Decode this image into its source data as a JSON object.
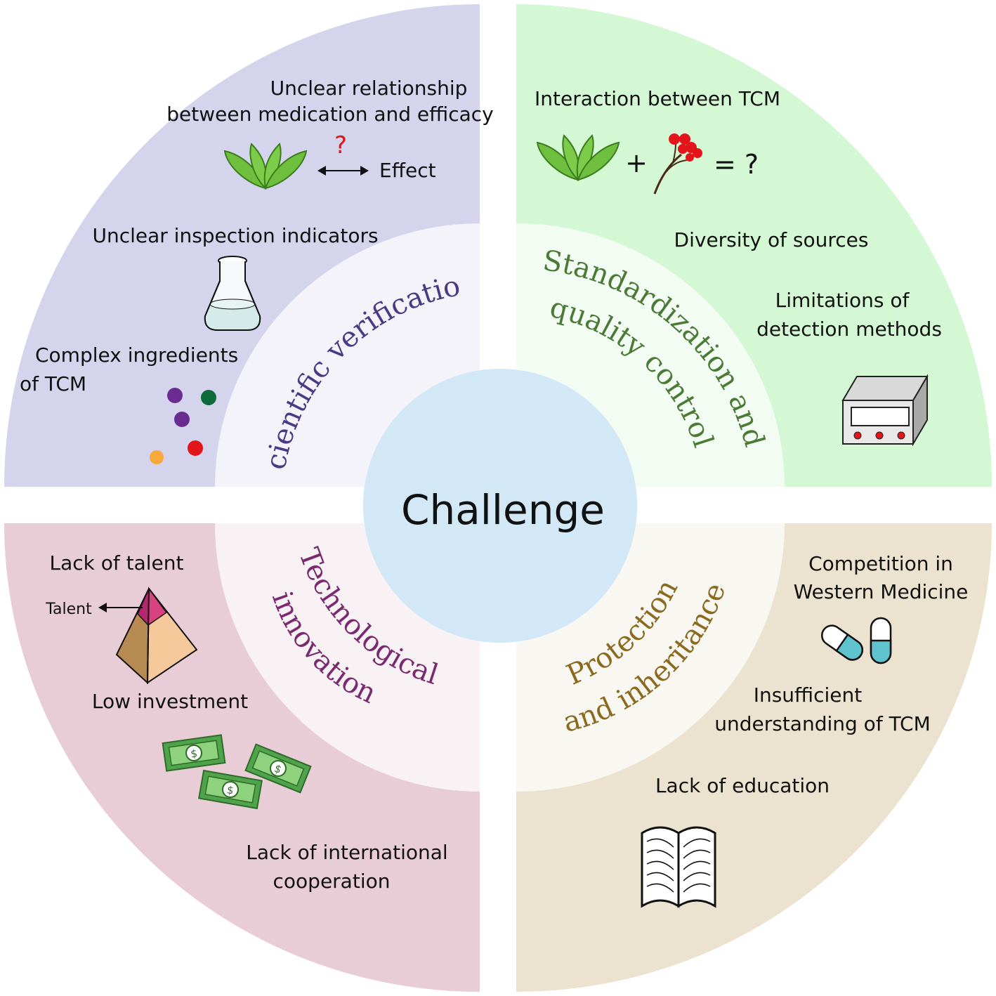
{
  "center": {
    "title": "Challenge"
  },
  "quadrants": {
    "top_left": {
      "theme": "Scientific verification",
      "color": "#d4d4ec",
      "inner_color": "#f3f3f9",
      "theme_color": "#4a3a86",
      "items": {
        "relationship_line1": "Unclear relationship",
        "relationship_line2": "between medication and efficacy",
        "question_mark": "?",
        "effect": "Effect",
        "inspection": "Unclear inspection indicators",
        "ingredients_line1": "Complex ingredients",
        "ingredients_line2": "of TCM"
      }
    },
    "top_right": {
      "theme_line1": "Standardization and",
      "theme_line2": "quality control",
      "color": "#d4f7d4",
      "inner_color": "#f2fcf2",
      "theme_color": "#4b7a37",
      "items": {
        "interaction": "Interaction between TCM",
        "plus": "+",
        "equals_question": "= ?",
        "diversity": "Diversity of sources",
        "limitations_line1": "Limitations of",
        "limitations_line2": "detection methods"
      }
    },
    "bottom_left": {
      "theme_line1": "Technological",
      "theme_line2": "innovation",
      "color": "#e9cdd6",
      "inner_color": "#f8f2f5",
      "theme_color": "#7a2a6e",
      "items": {
        "talent_lack": "Lack of talent",
        "talent": "Talent",
        "investment": "Low investment",
        "cooperation_line1": "Lack of international",
        "cooperation_line2": "cooperation"
      }
    },
    "bottom_right": {
      "theme_line1": "Protection",
      "theme_line2": "and inheritance",
      "color": "#ebe3cf",
      "inner_color": "#f9f7f1",
      "theme_color": "#8a6a1e",
      "items": {
        "competition_line1": "Competition in",
        "competition_line2": "Western Medicine",
        "understanding_line1": "Insufficient",
        "understanding_line2": "understanding of TCM",
        "education": "Lack of education"
      }
    }
  },
  "icons": [
    "leaves-icon",
    "double-arrow-icon",
    "flask-icon",
    "dots-icon",
    "berry-branch-icon",
    "detector-device-icon",
    "pyramid-icon",
    "money-icon",
    "capsule-icon",
    "book-icon"
  ],
  "colors": {
    "center_circle": "#d2e8f6",
    "leaf_green": "#6fbf3e",
    "leaf_dark": "#3a7d1e",
    "berry_red": "#e4141b",
    "money_green": "#4fa34a"
  }
}
